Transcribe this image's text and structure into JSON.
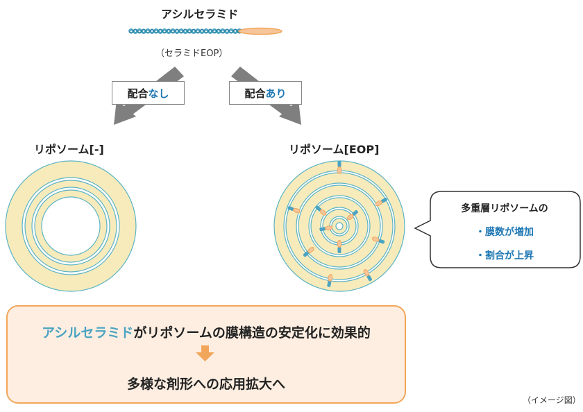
{
  "header": {
    "title": "アシルセラミド",
    "subtitle": "（セラミドEOP）"
  },
  "conditions": {
    "left": {
      "prefix": "配合",
      "emph": "なし"
    },
    "right": {
      "prefix": "配合",
      "emph": "あり"
    }
  },
  "liposomes": {
    "left_label": "リポソーム[-]",
    "right_label": "リポソーム[EOP]"
  },
  "callout": {
    "title": "多重層リポソームの",
    "items": [
      "・膜数が増加",
      "・割合が上昇"
    ]
  },
  "summary": {
    "line1_emph": "アシルセラミド",
    "line1_rest": "がリポソームの膜構造の安定化に効果的",
    "line2": "多様な剤形への応用拡大へ"
  },
  "note": "（イメージ図）",
  "colors": {
    "ring_fill": "#f7ebbb",
    "ring_line": "#5bb3c4",
    "arrow_gray": "#7f7f7f",
    "accent_blue": "#1f78b4",
    "orange": "#f2a65a",
    "summary_bg": "#fdeee1",
    "summary_border": "#f2a65a"
  }
}
